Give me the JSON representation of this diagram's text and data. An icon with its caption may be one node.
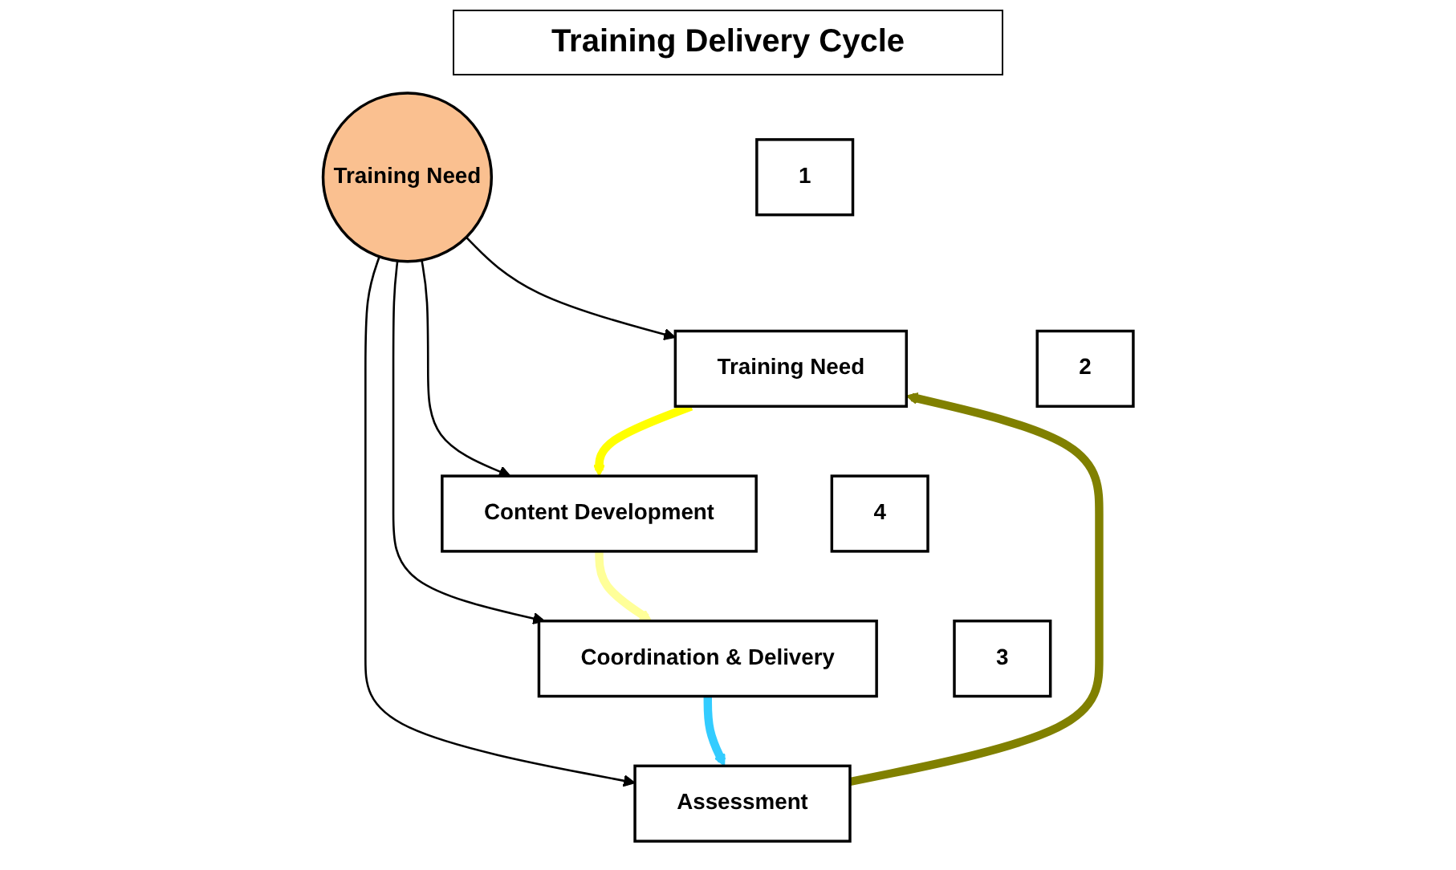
{
  "diagram": {
    "title": "Training Delivery Cycle",
    "nodes": [
      {
        "text": [
          "Training Need"
        ]
      },
      {
        "text": [
          "1"
        ]
      },
      {
        "text": [
          "Content Development"
        ]
      },
      {
        "text": [
          "2"
        ]
      },
      {
        "text": [
          "Training Need"
        ]
      },
      {
        "text": [
          "Assessment"
        ]
      },
      {
        "text": [
          "3"
        ]
      },
      {
        "text": [
          "Coordination & Delivery"
        ]
      },
      {
        "text": [
          "4"
        ]
      }
    ],
    "edges": [
      {
        "from": 4,
        "to": 0,
        "arrow": "to"
      },
      {
        "from": 4,
        "to": 2,
        "arrow": "to"
      },
      {
        "from": 4,
        "to": 5,
        "arrow": "to"
      },
      {
        "from": 4,
        "to": 7,
        "arrow": "to"
      },
      {
        "from": 0,
        "to": 2,
        "arrow": "to",
        "style": "thick",
        "color": "#ffff00"
      },
      {
        "from": 2,
        "to": 7,
        "arrow": "to",
        "style": "thick",
        "color": "#ffff99"
      },
      {
        "from": 7,
        "to": 5,
        "arrow": "to",
        "style": "thick",
        "color": "#33ccff"
      },
      {
        "from": 5,
        "to": 0,
        "arrow": "to",
        "style": "thick",
        "color": "#808000"
      }
    ]
  }
}
